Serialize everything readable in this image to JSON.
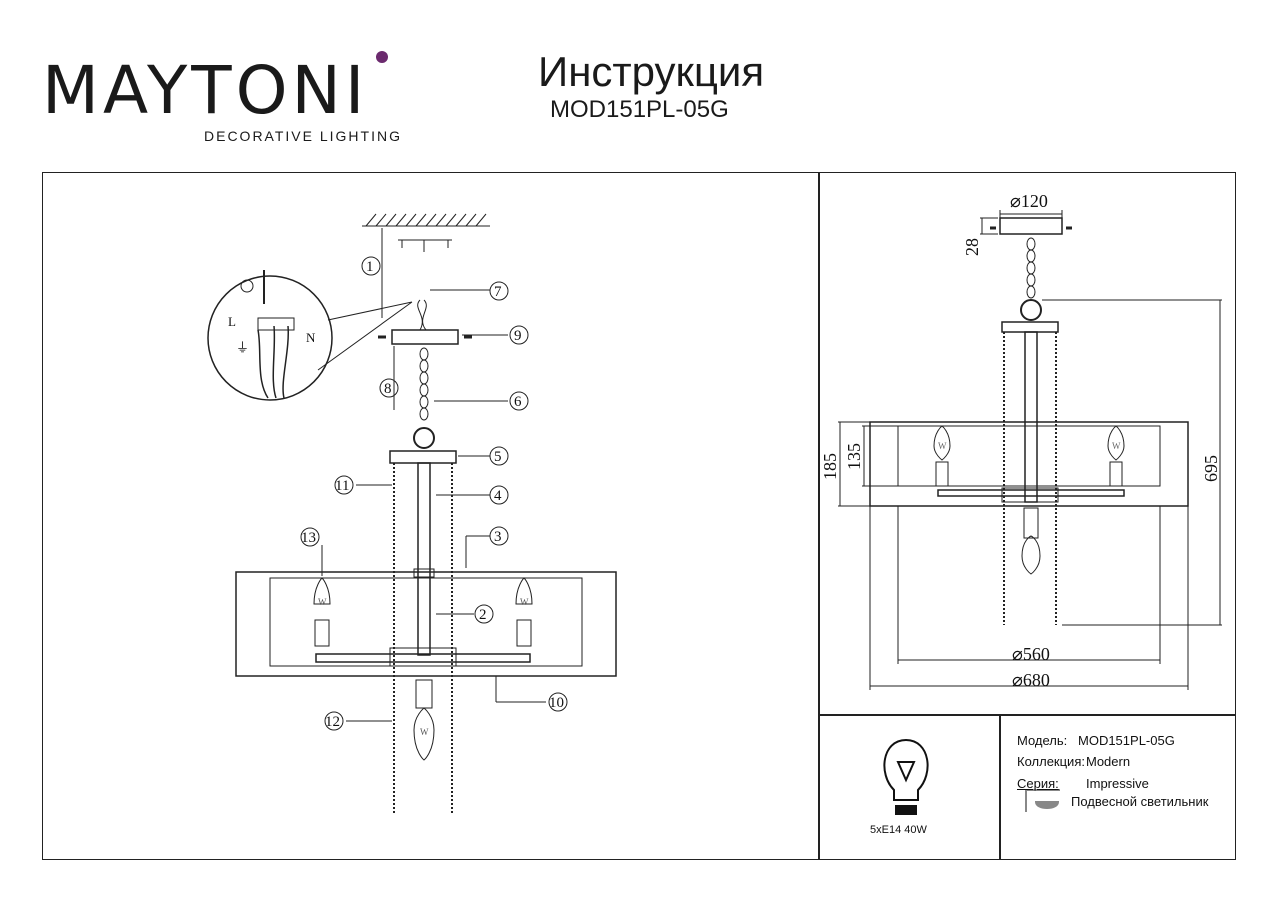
{
  "brand": {
    "name": "MAYTONI",
    "tagline": "DECORATIVE LIGHTING"
  },
  "header": {
    "title": "Инструкция",
    "model": "MOD151PL-05G"
  },
  "assembly": {
    "callouts": [
      "1",
      "2",
      "3",
      "4",
      "5",
      "6",
      "7",
      "8",
      "9",
      "10",
      "11",
      "12",
      "13"
    ],
    "wiring": {
      "live": "L",
      "neutral": "N",
      "ground_symbol": "⏚"
    },
    "bulb_marks": [
      "W",
      "W",
      "W",
      "W",
      "W"
    ]
  },
  "dimensions": {
    "top_diameter": "⌀120",
    "canopy_height": "28",
    "total_height": "695",
    "shade_height_outer": "185",
    "shade_height_inner": "135",
    "inner_diameter": "⌀560",
    "outer_diameter": "⌀680"
  },
  "lamp": {
    "spec": "5xE14 40W",
    "icon": "bulb-icon"
  },
  "info": {
    "model_label": "Модель:",
    "model_value": "MOD151PL-05G",
    "collection_label": "Коллекция:",
    "collection_value": "Modern",
    "series_label": "Серия:",
    "series_value": "Impressive",
    "type_value": "Подвесной светильник",
    "type_icon": "pendant-lamp-icon"
  }
}
